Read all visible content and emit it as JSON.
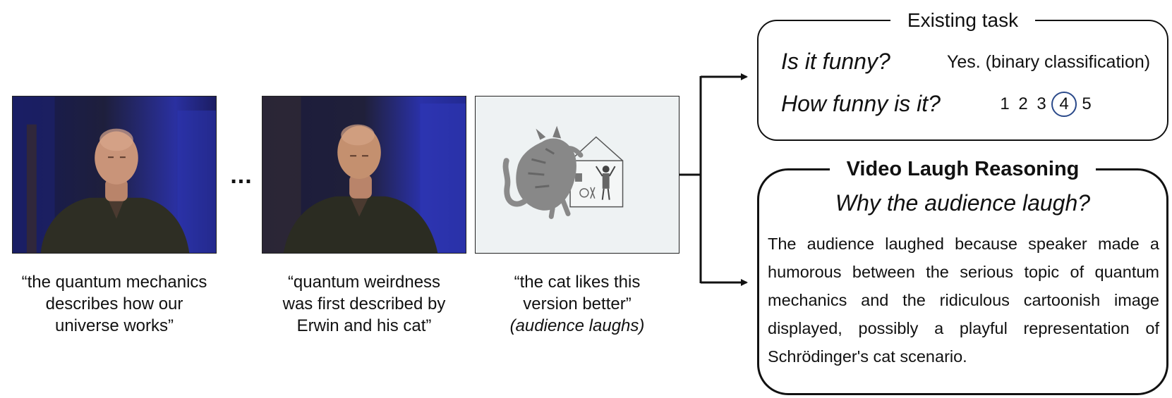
{
  "frames": [
    {
      "caption_lines": [
        "“the quantum mechanics",
        "describes how our",
        "universe works”"
      ],
      "note": ""
    },
    {
      "caption_lines": [
        "“quantum weirdness",
        "was first described by",
        "Erwin and his cat”"
      ],
      "note": ""
    },
    {
      "caption_lines": [
        "“the cat likes this",
        "version better”"
      ],
      "note": "(audience laughs)"
    }
  ],
  "ellipsis": "...",
  "existing_task": {
    "title": "Existing task",
    "q1": "Is it funny?",
    "a1": "Yes. (binary classification)",
    "q2": "How funny is it?",
    "scale": [
      "1",
      "2",
      "3",
      "4",
      "5"
    ],
    "scale_selected": "4"
  },
  "video_laugh_reasoning": {
    "title": "Video Laugh Reasoning",
    "question": "Why the audience laugh?",
    "answer": "The audience laughed because speaker made a humorous between the serious topic of quantum mechanics and the ridiculous cartoonish image displayed, possibly a playful representation of Schrödinger's cat scenario."
  },
  "colors": {
    "highlight_circle": "#2b4a8a",
    "stage_blue": "#2a2f8c"
  }
}
